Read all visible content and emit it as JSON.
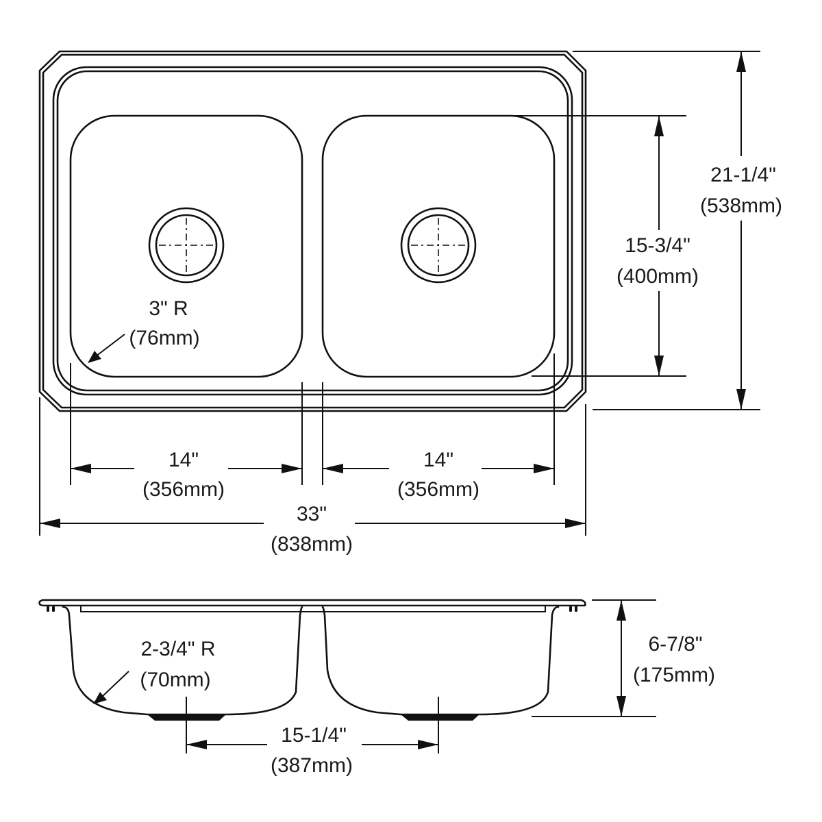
{
  "diagram": {
    "title": "Double bowl top-mount sink dimension drawing",
    "colors": {
      "line": "#111111",
      "text": "#1a1a1a",
      "background": "#ffffff"
    },
    "top_view": {
      "overall_width": {
        "imperial": "33\"",
        "metric": "(838mm)"
      },
      "overall_depth": {
        "imperial": "21-1/4\"",
        "metric": "(538mm)"
      },
      "bowl_left_width": {
        "imperial": "14\"",
        "metric": "(356mm)"
      },
      "bowl_right_width": {
        "imperial": "14\"",
        "metric": "(356mm)"
      },
      "bowl_depth_front_to_back": {
        "imperial": "15-3/4\"",
        "metric": "(400mm)"
      },
      "corner_radius": {
        "imperial": "3\" R",
        "metric": "(76mm)"
      }
    },
    "section_view": {
      "bowl_depth": {
        "imperial": "6-7/8\"",
        "metric": "(175mm)"
      },
      "drain_center_spacing": {
        "imperial": "15-1/4\"",
        "metric": "(387mm)"
      },
      "bottom_radius": {
        "imperial": "2-3/4\" R",
        "metric": "(70mm)"
      }
    }
  }
}
